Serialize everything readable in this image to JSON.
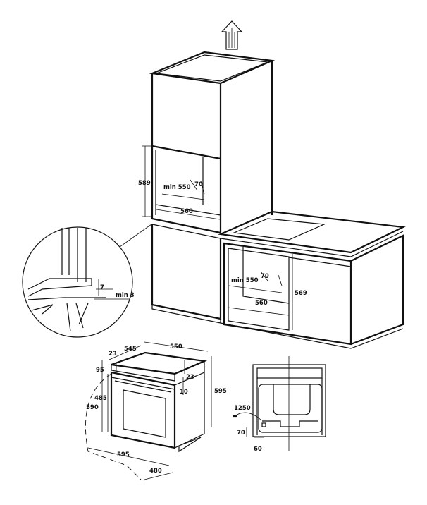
{
  "cabinet_dims": {
    "upper_height": "589",
    "upper_min_width": "min 550",
    "upper_depth_gap": "70",
    "upper_width": "560",
    "detail_gap": "7",
    "detail_min": "min 3",
    "lower_min_width": "min 550",
    "lower_depth_gap": "70",
    "lower_width": "560",
    "lower_height": "569"
  },
  "oven_dims": {
    "top_offset": "23",
    "depth_body": "545",
    "width_top": "550",
    "panel_height": "95",
    "side_offset": "23",
    "door_height": "485",
    "handle_gap": "10",
    "door_swing": "590",
    "total_height": "595",
    "front_width": "595",
    "open_depth": "480"
  },
  "rear_dims": {
    "cable_length": "1250",
    "socket_height": "70",
    "socket_offset": "60"
  },
  "colors": {
    "line": "#111111",
    "background": "#ffffff"
  }
}
